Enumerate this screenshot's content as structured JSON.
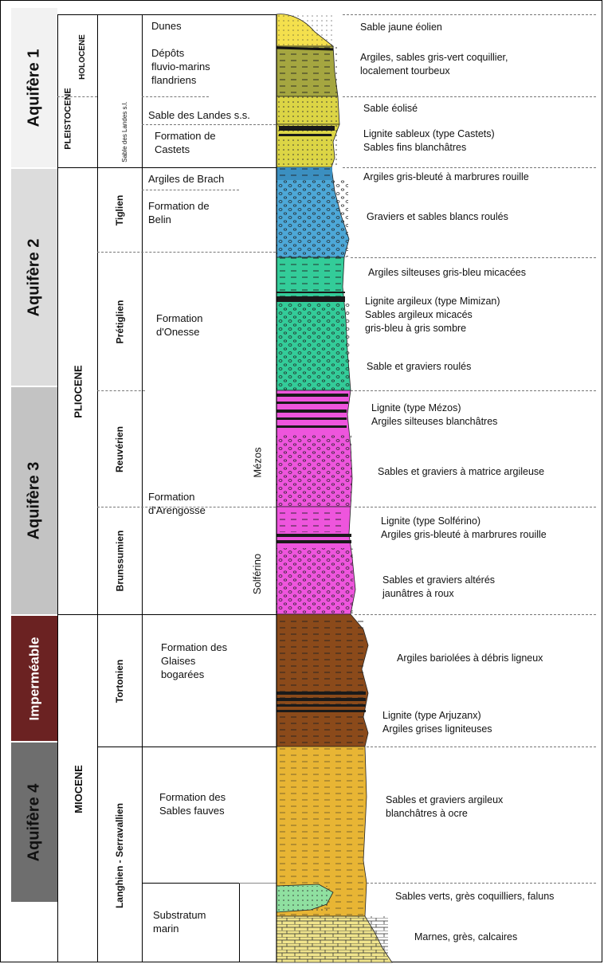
{
  "aquifers": [
    {
      "label": "Aquifère 1",
      "color": "#f2f2f2",
      "text_color": "#000000"
    },
    {
      "label": "Aquifère 2",
      "color": "#dcdcdc",
      "text_color": "#000000"
    },
    {
      "label": "Aquifère 3",
      "color": "#c3c3c3",
      "text_color": "#000000"
    },
    {
      "label": "Imperméable",
      "color": "#6b2222",
      "text_color": "#ffffff"
    },
    {
      "label": "Aquifère 4",
      "color": "#6e6e6e",
      "text_color": "#000000"
    }
  ],
  "epochs": {
    "holocene": "HOLOCENE",
    "pleistocene": "PLEISTOCENE",
    "pliocene": "PLIOCENE",
    "miocene": "MIOCENE"
  },
  "stages": {
    "sable_des_landes": "Sable des Landes s.l.",
    "tiglien": "Tiglien",
    "pretiglien": "Prétiglien",
    "reuverien": "Reuvérien",
    "brunssumien": "Brunssumien",
    "tortonien": "Tortonien",
    "langhien": "Langhien - Serravallien"
  },
  "members": {
    "mezos": "Mézos",
    "solferino": "Solférino"
  },
  "formations": {
    "dunes": "Dunes",
    "depots": "Dépôts\nfluvio-marins\nflandriens",
    "sable_landes_ss": "Sable des Landes s.s.",
    "castets": "Formation de\nCastets",
    "brach": "Argiles de Brach",
    "belin": "Formation de\nBelin",
    "onesse": "Formation\nd'Onesse",
    "arengosse": "Formation\nd'Arengosse",
    "glaises": "Formation des\nGlaises\nbogarées",
    "sables_fauves": "Formation des\nSables fauves",
    "substratum": "Substratum\nmarin"
  },
  "descriptions": {
    "d1": "Sable jaune éolien",
    "d2": "Argiles, sables gris-vert coquillier,\nlocalement tourbeux",
    "d3": "Sable éolisé",
    "d4": "Lignite sableux (type Castets)\nSables fins blanchâtres",
    "d5": "Argiles gris-bleuté à marbrures rouille",
    "d6": "Graviers et sables blancs roulés",
    "d7": "Argiles silteuses gris-bleu micacées",
    "d8": "Lignite argileux (type Mimizan)\nSables argileux micacés\ngris-bleu à gris sombre",
    "d9": "Sable et graviers roulés",
    "d10": "Lignite (type Mézos)\nArgiles silteuses blanchâtres",
    "d11": "Sables et graviers à matrice argileuse",
    "d12": "Lignite  (type Solférino)\nArgiles gris-bleuté à marbrures rouille",
    "d13": "Sables et graviers altérés\njaunâtres à roux",
    "d14": "Argiles bariolées à débris ligneux",
    "d15": "Lignite (type Arjuzanx)\nArgiles grises ligniteuses",
    "d16": "Sables et graviers argileux\nblanchâtres à ocre",
    "d17": "Sables verts, grès coquilliers, faluns",
    "d18": "Marnes, grès, calcaires"
  },
  "lithology_colors": {
    "dune_sand": "#f4e04d",
    "olive_clay": "#a5a640",
    "yellow_sand": "#dcd545",
    "blue_gravel": "#4da8d8",
    "teal_sand": "#33cc99",
    "magenta_gravel": "#ee55dd",
    "lignite": "#1a1a1a",
    "brown_clay": "#8b4a1a",
    "ochre_sand": "#e8b534",
    "green_sand": "#8fe0a0",
    "marl": "#f0e48c"
  }
}
